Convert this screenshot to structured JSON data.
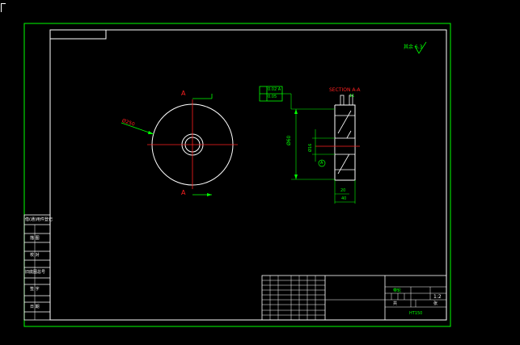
{
  "colors": {
    "background": "#000000",
    "frame": "#00ff00",
    "geometry": "#ffffff",
    "section": "#ff2020",
    "dimension": "#00ff00",
    "centerline": "#ff2020"
  },
  "front_view": {
    "section_marker_top": "A",
    "section_marker_bottom": "A",
    "diameter_note": "Ø250"
  },
  "section_view": {
    "title": "SECTION A-A",
    "tolerance_row1": "0.02 A",
    "tolerance_row2": "0.05",
    "datum": "A",
    "dim_outer": "Ø60",
    "dim_hub": "Ø16",
    "dim_width_inner": "20",
    "dim_width_outer": "40",
    "dim_groove": "11"
  },
  "roughness_note": "其余 6.3",
  "left_strip": {
    "cells": [
      "借(通)用件登记",
      "描 图",
      "校 对",
      "旧底图总号",
      "签 字",
      "日 期"
    ]
  },
  "title_block": {
    "scale": "1:2",
    "sheet_left": "共",
    "sheet_right": "张",
    "material": "HT150",
    "part_name": "带轮"
  }
}
